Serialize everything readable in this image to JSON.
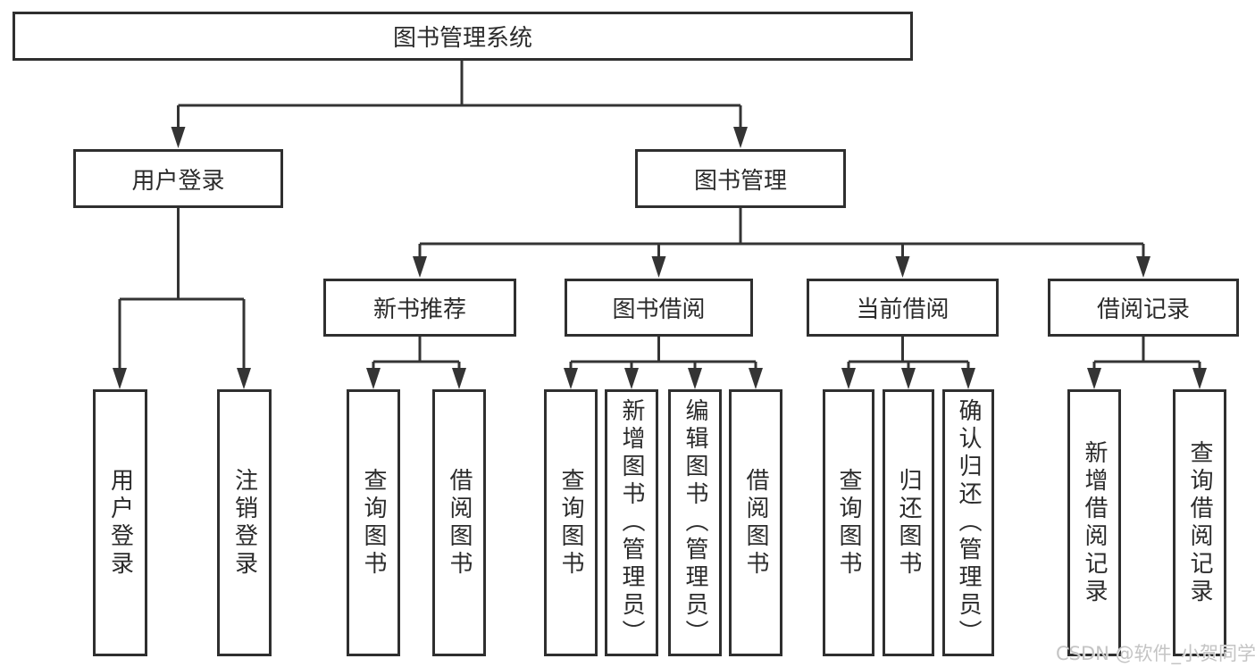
{
  "diagram": {
    "root": {
      "label": "图书管理系统",
      "children": [
        {
          "label": "用户登录",
          "children": [
            {
              "label": "用户登录"
            },
            {
              "label": "注销登录"
            }
          ]
        },
        {
          "label": "图书管理",
          "children": [
            {
              "label": "新书推荐",
              "children": [
                {
                  "label": "查询图书"
                },
                {
                  "label": "借阅图书"
                }
              ]
            },
            {
              "label": "图书借阅",
              "children": [
                {
                  "label": "查询图书"
                },
                {
                  "label": "新增图书（管理员）"
                },
                {
                  "label": "编辑图书（管理员）"
                },
                {
                  "label": "借阅图书"
                }
              ]
            },
            {
              "label": "当前借阅",
              "children": [
                {
                  "label": "查询图书"
                },
                {
                  "label": "归还图书"
                },
                {
                  "label": "确认归还（管理员）"
                }
              ]
            },
            {
              "label": "借阅记录",
              "children": [
                {
                  "label": "新增借阅记录"
                },
                {
                  "label": "查询借阅记录"
                }
              ]
            }
          ]
        }
      ]
    },
    "watermark": "CSDN @软件_小贺同学",
    "colors": {
      "line": "#343434",
      "border": "#2f2f2f",
      "text": "#2b2b2b",
      "watermark": "#c4c4c4",
      "background": "#ffffff"
    }
  }
}
